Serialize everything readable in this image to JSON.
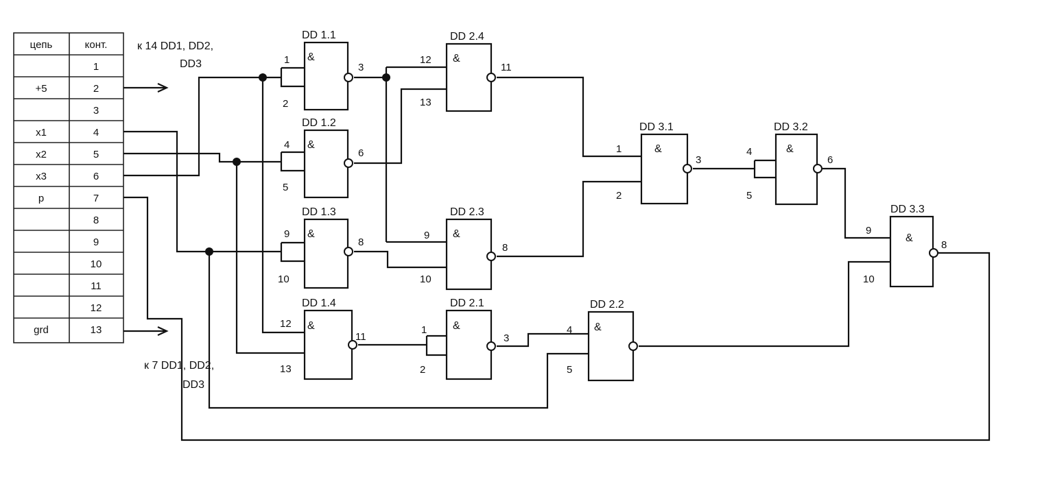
{
  "table": {
    "headers": [
      "цепь",
      "конт."
    ],
    "rows": [
      {
        "net": "",
        "pin": "1"
      },
      {
        "net": "+5",
        "pin": "2"
      },
      {
        "net": "",
        "pin": "3"
      },
      {
        "net": "x1",
        "pin": "4"
      },
      {
        "net": "x2",
        "pin": "5"
      },
      {
        "net": "x3",
        "pin": "6"
      },
      {
        "net": "p",
        "pin": "7"
      },
      {
        "net": "",
        "pin": "8"
      },
      {
        "net": "",
        "pin": "9"
      },
      {
        "net": "",
        "pin": "10"
      },
      {
        "net": "",
        "pin": "11"
      },
      {
        "net": "",
        "pin": "12"
      },
      {
        "net": "grd",
        "pin": "13"
      }
    ]
  },
  "notes": {
    "power_line1": "к  14 DD1, DD2,",
    "power_line2": "DD3",
    "ground_line1": "к  7 DD1, DD2,",
    "ground_line2": "DD3"
  },
  "gates": [
    {
      "id": "dd11",
      "name": "DD 1.1",
      "symbol": "&",
      "in1": "1",
      "in2": "2",
      "out": "3"
    },
    {
      "id": "dd12",
      "name": "DD 1.2",
      "symbol": "&",
      "in1": "4",
      "in2": "5",
      "out": "6"
    },
    {
      "id": "dd13",
      "name": "DD 1.3",
      "symbol": "&",
      "in1": "9",
      "in2": "10",
      "out": "8"
    },
    {
      "id": "dd14",
      "name": "DD 1.4",
      "symbol": "&",
      "in1": "12",
      "in2": "13",
      "out": "11"
    },
    {
      "id": "dd24",
      "name": "DD 2.4",
      "symbol": "&",
      "in1": "12",
      "in2": "13",
      "out": "11"
    },
    {
      "id": "dd23",
      "name": "DD 2.3",
      "symbol": "&",
      "in1": "9",
      "in2": "10",
      "out": "8"
    },
    {
      "id": "dd21",
      "name": "DD 2.1",
      "symbol": "&",
      "in1": "1",
      "in2": "2",
      "out": "3"
    },
    {
      "id": "dd22",
      "name": "DD 2.2",
      "symbol": "&",
      "in1": "4",
      "in2": "5",
      "out": ""
    },
    {
      "id": "dd31",
      "name": "DD 3.1",
      "symbol": "&",
      "in1": "1",
      "in2": "2",
      "out": "3"
    },
    {
      "id": "dd32",
      "name": "DD 3.2",
      "symbol": "&",
      "in1": "4",
      "in2": "5",
      "out": "6"
    },
    {
      "id": "dd33",
      "name": "DD 3.3",
      "symbol": "&",
      "in1": "9",
      "in2": "10",
      "out": "8"
    }
  ]
}
